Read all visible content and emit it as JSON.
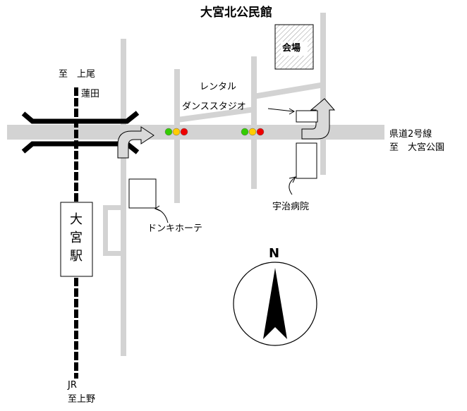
{
  "title": "大宮北公民館",
  "venue_label": "会場",
  "dance_studio": [
    "レンタル",
    "ダンススタジオ"
  ],
  "to_ageo": "至　上尾",
  "hasuda": "蓮田",
  "route": [
    "県道2号線",
    "至　大宮公園"
  ],
  "hospital": "宇治病院",
  "donki": "ドンキホーテ",
  "station": "大宮駅",
  "jr": "JR",
  "to_ueno": "至上野",
  "north": "N",
  "colors": {
    "road": "#d3d3d3",
    "rail": "#000000",
    "signal_green": "#33cc00",
    "signal_yellow": "#ffcc00",
    "signal_red": "#ee0000",
    "arrow_fill": "#d9d9d9"
  }
}
